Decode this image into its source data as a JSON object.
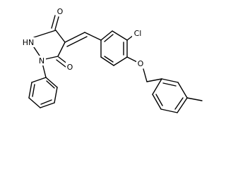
{
  "molecule": {
    "atoms": {
      "O_top": "O",
      "O_bottom": "O",
      "NH": "HN",
      "N": "N",
      "Cl": "Cl",
      "O_ether": "O"
    },
    "colors": {
      "bond": "#000000",
      "label": "#000000",
      "background": "#ffffff"
    }
  }
}
